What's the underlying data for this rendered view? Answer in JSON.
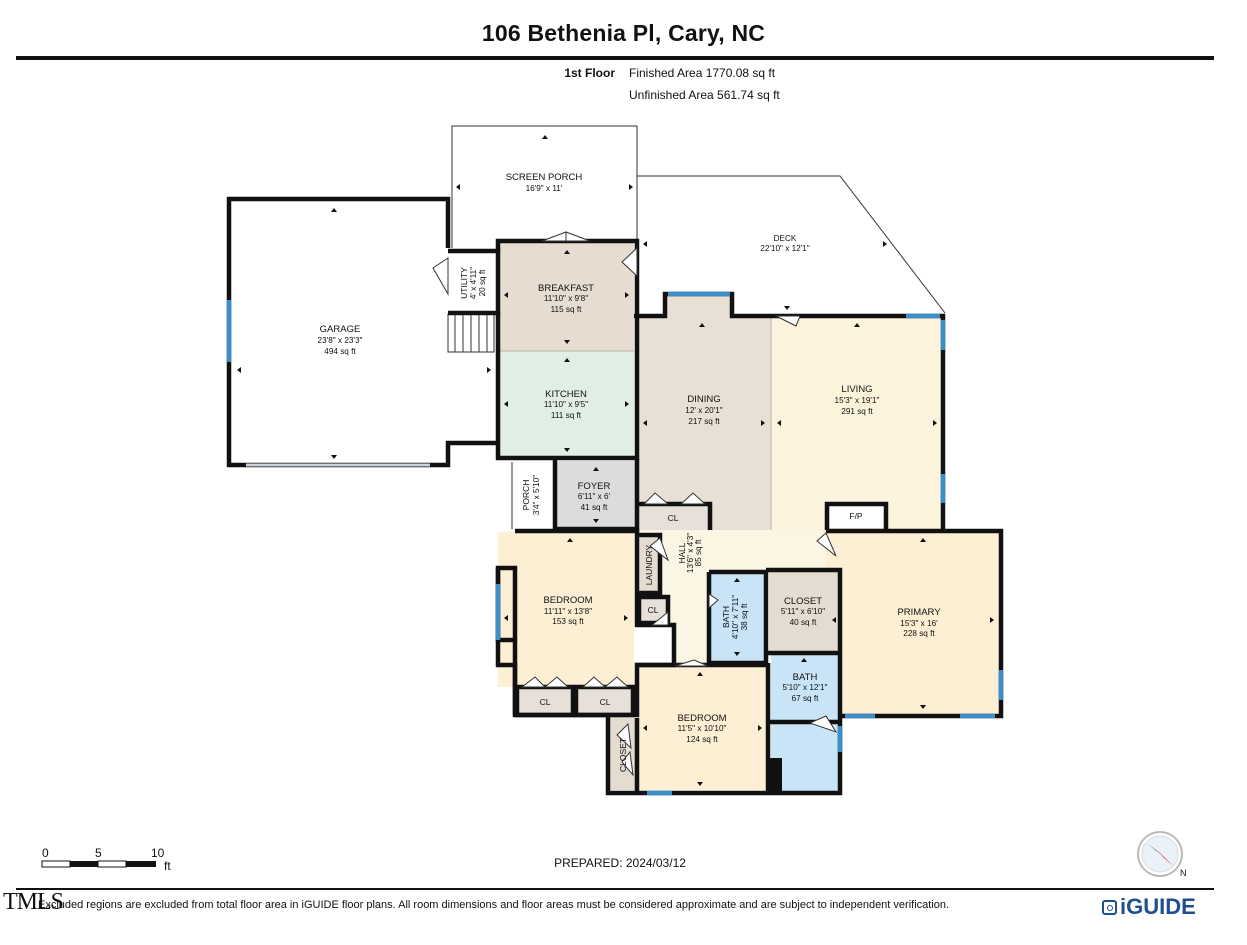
{
  "header": {
    "title": "106 Bethenia Pl, Cary, NC",
    "floor_label": "1st Floor",
    "finished_area": "Finished Area 1770.08 sq ft",
    "unfinished_area": "Unfinished Area 561.74 sq ft"
  },
  "rooms": {
    "screen_porch": {
      "name": "SCREEN PORCH",
      "dims": "16'9\" x 11'"
    },
    "deck": {
      "name": "DECK",
      "dims": "22'10\" x 12'1\""
    },
    "garage": {
      "name": "GARAGE",
      "dims": "23'8\" x 23'3\"",
      "area": "494 sq ft"
    },
    "utility": {
      "name": "UTILITY",
      "dims": "4' x 4'11\"",
      "area": "20 sq ft"
    },
    "breakfast": {
      "name": "BREAKFAST",
      "dims": "11'10\" x 9'8\"",
      "area": "115 sq ft"
    },
    "kitchen": {
      "name": "KITCHEN",
      "dims": "11'10\" x 9'5\"",
      "area": "111 sq ft"
    },
    "dining": {
      "name": "DINING",
      "dims": "12' x 20'1\"",
      "area": "217 sq ft"
    },
    "living": {
      "name": "LIVING",
      "dims": "15'3\" x 19'1\"",
      "area": "291 sq ft"
    },
    "porch": {
      "name": "PORCH",
      "dims": "3'4\" x 5'10\""
    },
    "foyer": {
      "name": "FOYER",
      "dims": "6'11\" x 6'",
      "area": "41 sq ft"
    },
    "fp": {
      "name": "F/P"
    },
    "cl_dining": {
      "name": "CL"
    },
    "hall": {
      "name": "HALL",
      "dims": "13'6\" x 4'3\"",
      "area": "85 sq ft"
    },
    "laundry": {
      "name": "LAUNDRY"
    },
    "cl_hall": {
      "name": "CL"
    },
    "bedroom_1": {
      "name": "BEDROOM",
      "dims": "11'11\" x 13'8\"",
      "area": "153 sq ft"
    },
    "cl_bed1_a": {
      "name": "CL"
    },
    "cl_bed1_b": {
      "name": "CL"
    },
    "bath_1": {
      "name": "BATH",
      "dims": "4'10\" x 7'11\"",
      "area": "38 sq ft"
    },
    "closet_primary": {
      "name": "CLOSET",
      "dims": "5'11\" x 6'10\"",
      "area": "40 sq ft"
    },
    "primary": {
      "name": "PRIMARY",
      "dims": "15'3\" x 16'",
      "area": "228 sq ft"
    },
    "bath_2": {
      "name": "BATH",
      "dims": "5'10\" x 12'1\"",
      "area": "67 sq ft"
    },
    "bedroom_2": {
      "name": "BEDROOM",
      "dims": "11'5\" x 10'10\"",
      "area": "124 sq ft"
    },
    "closet_bed2": {
      "name": "CLOSET"
    }
  },
  "scale": {
    "marks": [
      "0",
      "5",
      "10"
    ],
    "unit": "ft"
  },
  "prepared": "PREPARED: 2024/03/12",
  "footer_note": "Excluded regions are excluded from total floor area in iGUIDE floor plans. All room dimensions and floor areas must be considered approximate and are subject to independent verification.",
  "watermark": "TMLS",
  "logo": "iGUIDE",
  "compass_label": "N",
  "colors": {
    "breakfast": "#e6ddd0",
    "kitchen": "#e0eee5",
    "dining": "#e8e0d5",
    "living": "#fbf3dc",
    "foyer": "#dcdcdc",
    "hall": "#fbf5e4",
    "bedroom": "#fcefd4",
    "bath": "#c8e4f6",
    "closet": "#e4dcd0",
    "cl": "#e6e0d8",
    "wall": "#111111",
    "window": "#3b8ec8",
    "compass_red": "#d81e2a"
  }
}
